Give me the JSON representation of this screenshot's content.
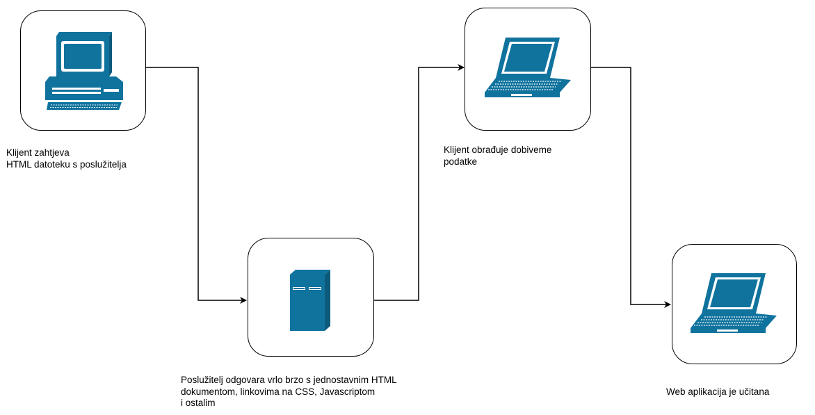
{
  "steps": [
    {
      "id": "client-request",
      "icon": "desktop-computer-icon",
      "label": "Klijent zahtjeva\nHTML datoteku s poslužitelja"
    },
    {
      "id": "server-response",
      "icon": "server-tower-icon",
      "label": "Poslužitelj odgovara vrlo brzo s jednostavnim HTML\ndokumentom, linkovima na CSS, Javascriptom\ni ostalim"
    },
    {
      "id": "client-process",
      "icon": "laptop-icon",
      "label": "Klijent obrađuje dobiveme\npodatke"
    },
    {
      "id": "app-loaded",
      "icon": "laptop-icon",
      "label": "Web aplikacija je učitana"
    }
  ],
  "colors": {
    "icon": "#10739e",
    "stroke": "#000000",
    "background": "#ffffff"
  }
}
